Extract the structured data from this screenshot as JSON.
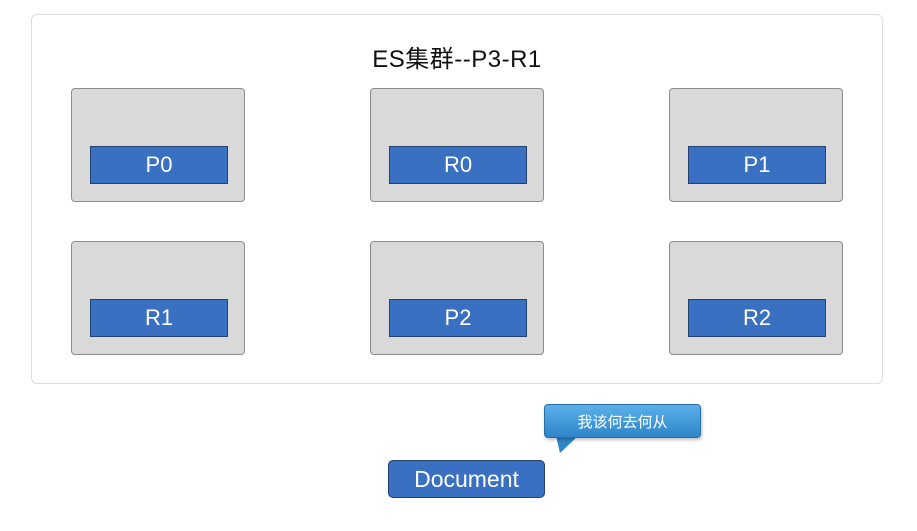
{
  "cluster": {
    "title": "ES集群--P3-R1",
    "nodes": [
      {
        "shard": "P0"
      },
      {
        "shard": "R0"
      },
      {
        "shard": "P1"
      },
      {
        "shard": "R1"
      },
      {
        "shard": "P2"
      },
      {
        "shard": "R2"
      }
    ]
  },
  "callout": {
    "text": "我该何去何从"
  },
  "document": {
    "label": "Document"
  }
}
